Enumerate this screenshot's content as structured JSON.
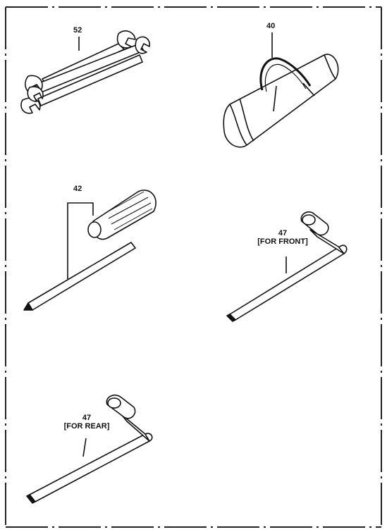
{
  "items": {
    "wrenches": {
      "number": "52"
    },
    "tool_bag": {
      "number": "40"
    },
    "screwdriver": {
      "number": "42"
    },
    "front_wrench": {
      "number": "47",
      "note": "[FOR FRONT]"
    },
    "rear_wrench": {
      "number": "47",
      "note": "[FOR REAR]"
    }
  }
}
